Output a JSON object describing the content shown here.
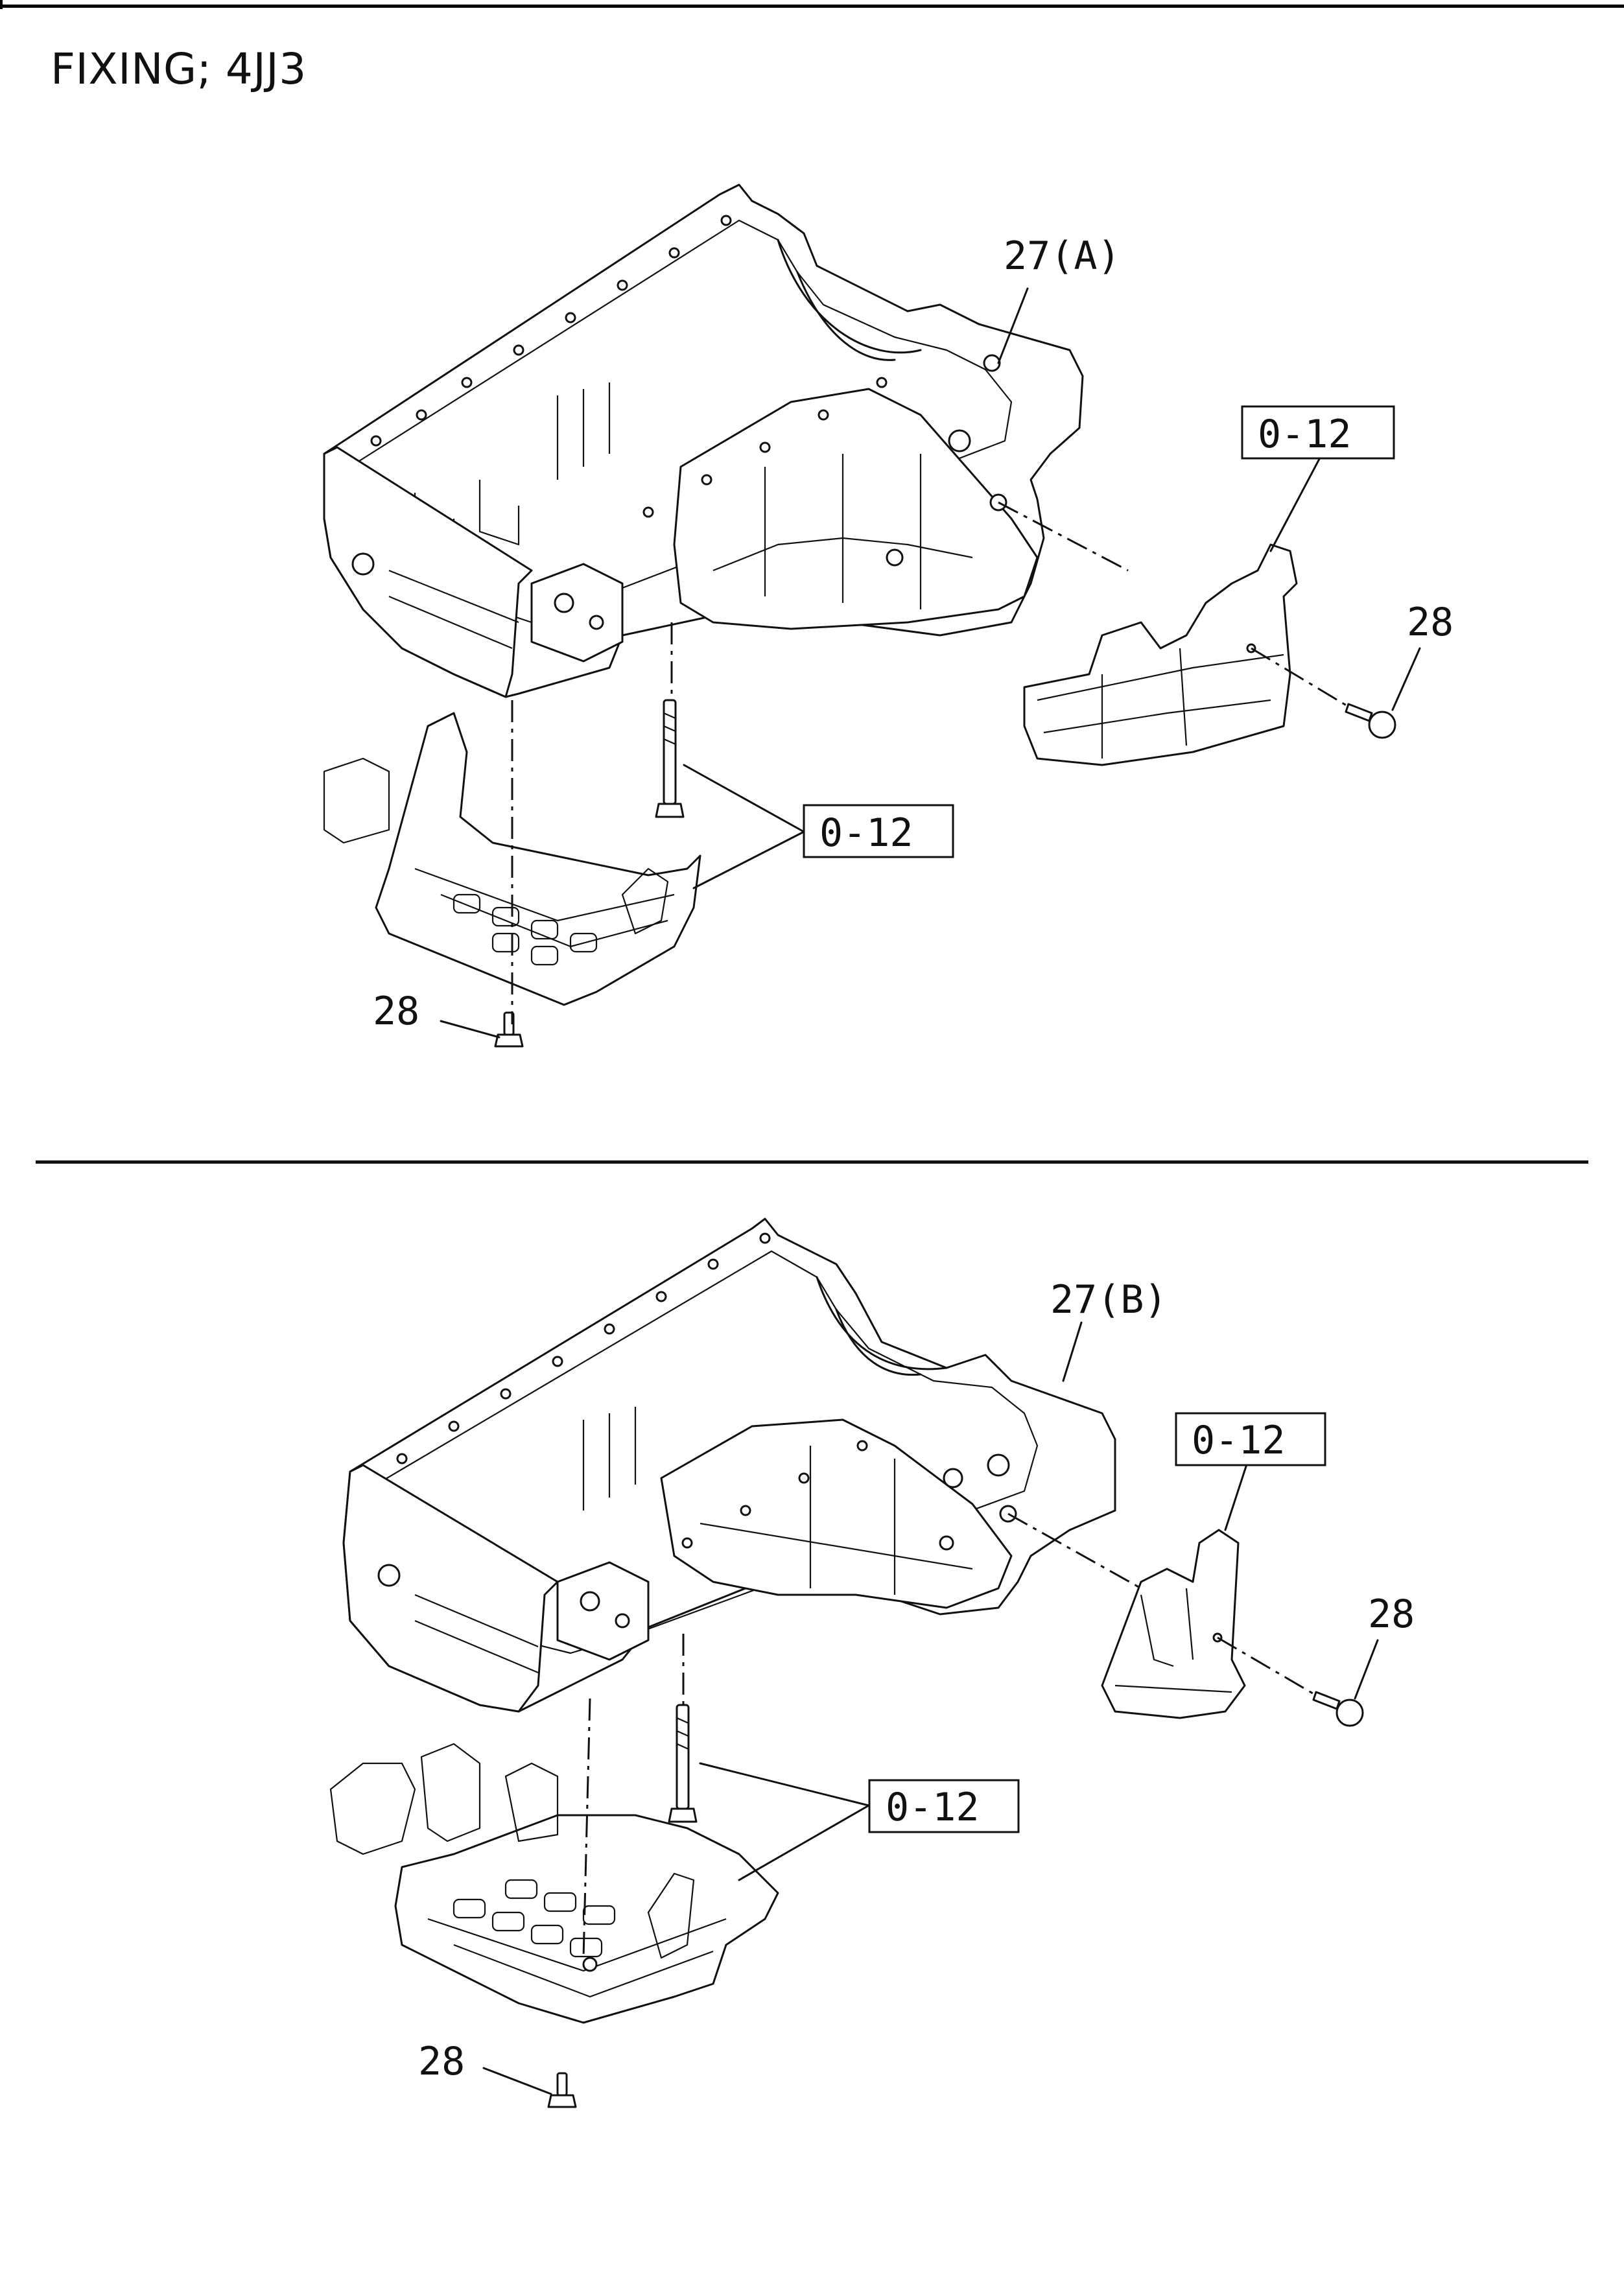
{
  "title": "FIXING; 4JJ3",
  "top_diagram": {
    "labels": {
      "oil_pan": "27(A)",
      "ref_bracket": "0-12",
      "bolt_bracket": "28",
      "ref_baffle": "0-12",
      "bolt_baffle": "28"
    }
  },
  "bottom_diagram": {
    "labels": {
      "oil_pan": "27(B)",
      "ref_bracket": "0-12",
      "bolt_bracket": "28",
      "ref_baffle": "0-12",
      "bolt_baffle": "28"
    }
  }
}
